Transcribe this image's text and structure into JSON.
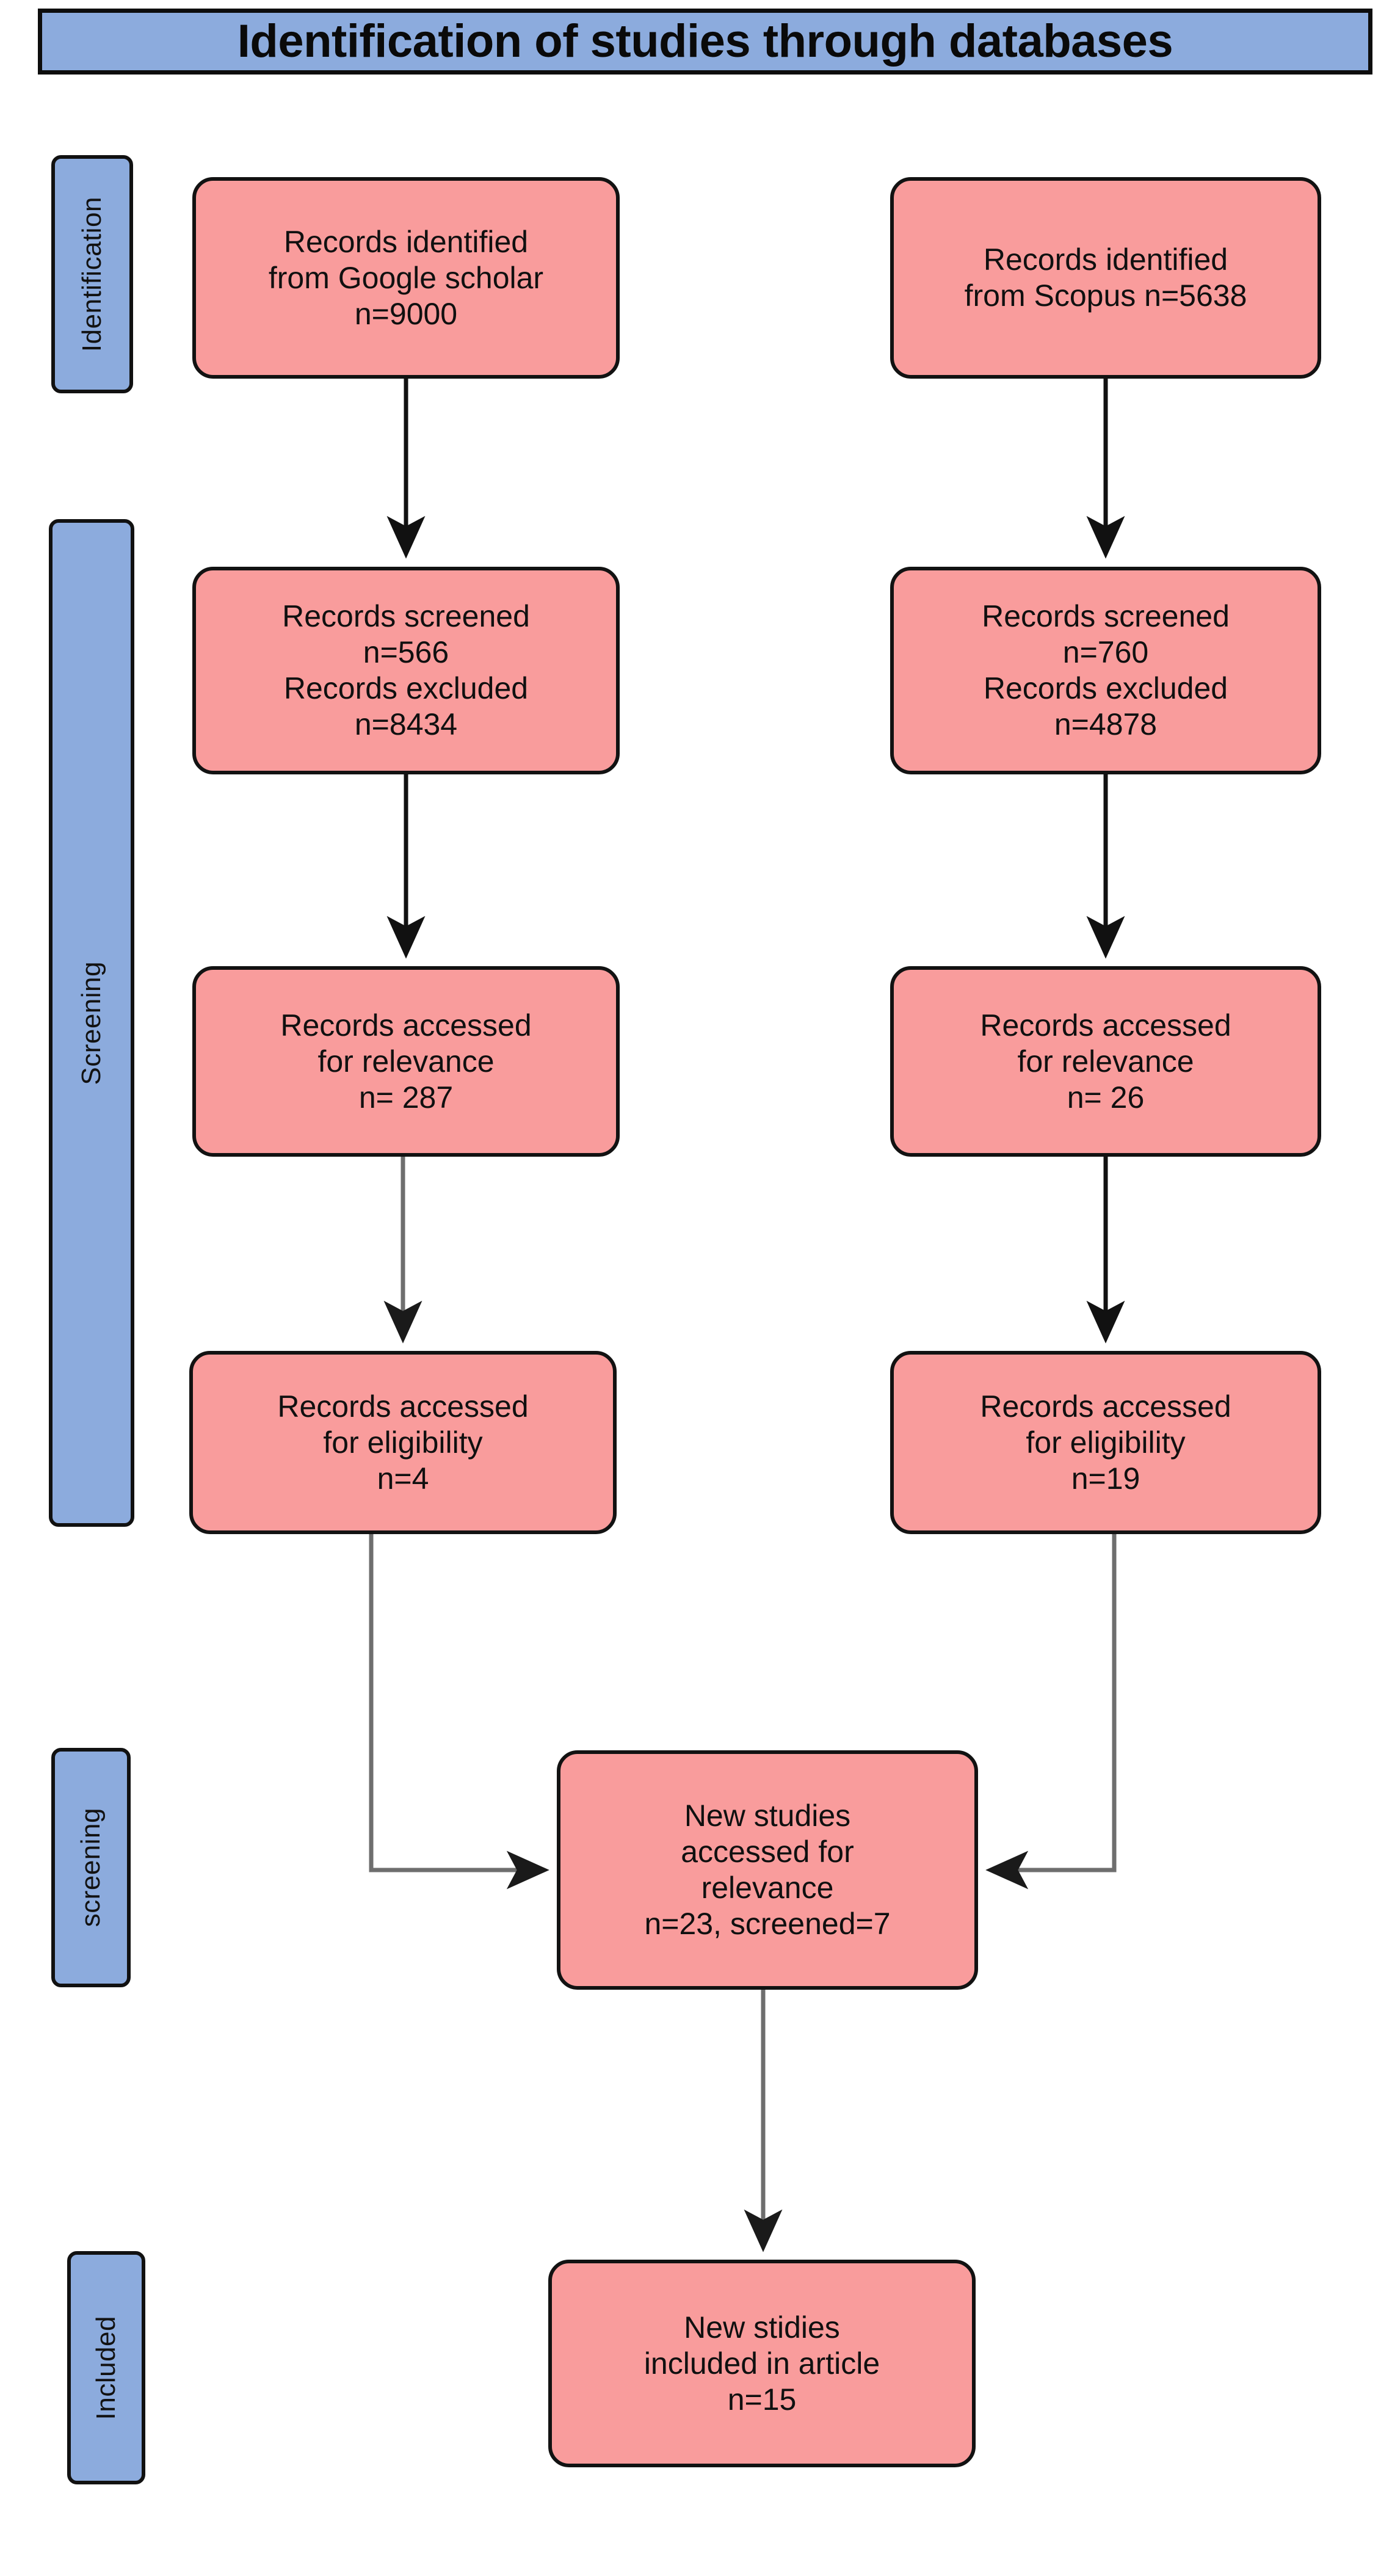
{
  "diagram": {
    "title": "Identification of studies through databases",
    "colors": {
      "banner": "#8cabdd",
      "phase_bar": "#8cabdd",
      "node_fill": "#f99c9c",
      "node_border": "#121212",
      "connector_black": "#111111",
      "connector_gray": "#6e6e6e"
    }
  },
  "phases": [
    {
      "id": "identification",
      "label": "Identification"
    },
    {
      "id": "screening",
      "label": "Screening"
    },
    {
      "id": "screening2",
      "label": "screening"
    },
    {
      "id": "included",
      "label": "Included"
    }
  ],
  "nodes": {
    "identified_gs": {
      "lines": [
        "Records identified",
        "from Google scholar",
        "n=9000"
      ],
      "count": 9000,
      "source": "Google scholar"
    },
    "identified_sc": {
      "lines": [
        "Records identified",
        "from Scopus n=5638"
      ],
      "count": 5638,
      "source": "Scopus"
    },
    "screened_gs": {
      "lines": [
        "Records screened",
        "n=566",
        "Records excluded",
        "n=8434"
      ],
      "screened": 566,
      "excluded": 8434
    },
    "screened_sc": {
      "lines": [
        "Records screened",
        "n=760",
        "Records excluded",
        "n=4878"
      ],
      "screened": 760,
      "excluded": 4878
    },
    "relevance_gs": {
      "lines": [
        "Records accessed",
        "for relevance",
        "n= 287"
      ],
      "count": 287
    },
    "relevance_sc": {
      "lines": [
        "Records accessed",
        "for relevance",
        "n= 26"
      ],
      "count": 26
    },
    "eligibility_gs": {
      "lines": [
        "Records accessed",
        "for eligibility",
        "n=4"
      ],
      "count": 4
    },
    "eligibility_sc": {
      "lines": [
        "Records accessed",
        "for eligibility",
        "n=19"
      ],
      "count": 19
    },
    "new_studies": {
      "lines": [
        "New studies",
        "accessed for",
        "relevance",
        "n=23, screened=7"
      ],
      "count": 23,
      "screened": 7
    },
    "included": {
      "lines": [
        "New stidies",
        "included in article",
        "n=15"
      ],
      "count": 15
    }
  },
  "chart_data": {
    "type": "diagram",
    "title": "Identification of studies through databases",
    "flow": "PRISMA study selection flow diagram",
    "columns": [
      "Google scholar",
      "Scopus"
    ],
    "stages": [
      {
        "stage": "Identification",
        "Google scholar": {
          "label": "Records identified from Google scholar",
          "n": 9000
        },
        "Scopus": {
          "label": "Records identified from Scopus",
          "n": 5638
        }
      },
      {
        "stage": "Screening",
        "Google scholar": {
          "label": "Records screened",
          "n": 566,
          "excluded_label": "Records excluded",
          "excluded": 8434
        },
        "Scopus": {
          "label": "Records screened",
          "n": 760,
          "excluded_label": "Records excluded",
          "excluded": 4878
        }
      },
      {
        "stage": "Screening",
        "Google scholar": {
          "label": "Records accessed for relevance",
          "n": 287
        },
        "Scopus": {
          "label": "Records accessed for relevance",
          "n": 26
        }
      },
      {
        "stage": "Screening",
        "Google scholar": {
          "label": "Records accessed for eligibility",
          "n": 4
        },
        "Scopus": {
          "label": "Records accessed for eligibility",
          "n": 19
        }
      },
      {
        "stage": "screening",
        "merged": {
          "label": "New studies accessed for relevance",
          "n": 23,
          "screened": 7
        }
      },
      {
        "stage": "Included",
        "merged": {
          "label": "New stidies included in article",
          "n": 15
        }
      }
    ],
    "edges": [
      {
        "from": "identified_gs",
        "to": "screened_gs",
        "color": "#111111"
      },
      {
        "from": "identified_sc",
        "to": "screened_sc",
        "color": "#111111"
      },
      {
        "from": "screened_gs",
        "to": "relevance_gs",
        "color": "#111111"
      },
      {
        "from": "screened_sc",
        "to": "relevance_sc",
        "color": "#111111"
      },
      {
        "from": "relevance_gs",
        "to": "eligibility_gs",
        "color": "#6e6e6e"
      },
      {
        "from": "relevance_sc",
        "to": "eligibility_sc",
        "color": "#111111"
      },
      {
        "from": "eligibility_gs",
        "to": "new_studies",
        "color": "#6e6e6e"
      },
      {
        "from": "eligibility_sc",
        "to": "new_studies",
        "color": "#6e6e6e"
      },
      {
        "from": "new_studies",
        "to": "included",
        "color": "#6e6e6e"
      }
    ]
  }
}
